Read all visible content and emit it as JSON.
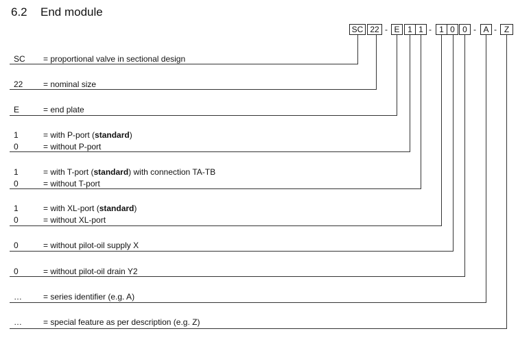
{
  "heading": {
    "number": "6.2",
    "title": "End module"
  },
  "code_boxes": [
    "SC",
    "22",
    "E",
    "1",
    "1",
    "1",
    "0",
    "0",
    "A",
    "Z"
  ],
  "separator": "-",
  "rows": [
    {
      "code": "SC",
      "text": "= proportional valve in sectional design"
    },
    {
      "code": "22",
      "text": "= nominal size"
    },
    {
      "code": "E",
      "text": "= end plate"
    },
    {
      "code": "1",
      "pre": "= with P-port (",
      "bold": "standard",
      "post": ")"
    },
    {
      "code": "0",
      "text": "= without P-port"
    },
    {
      "code": "1",
      "pre": "= with T-port (",
      "bold": "standard",
      "post": ") with connection TA-TB"
    },
    {
      "code": "0",
      "text": "= without T-port"
    },
    {
      "code": "1",
      "pre": "= with XL-port (",
      "bold": "standard",
      "post": ")"
    },
    {
      "code": "0",
      "text": "= without XL-port"
    },
    {
      "code": "0",
      "text": "= without pilot-oil supply X"
    },
    {
      "code": "0",
      "text": "= without pilot-oil drain Y2"
    },
    {
      "code": "…",
      "text": "= series identifier (e.g. A)"
    },
    {
      "code": "…",
      "text": "= special feature as per description (e.g. Z)"
    }
  ]
}
